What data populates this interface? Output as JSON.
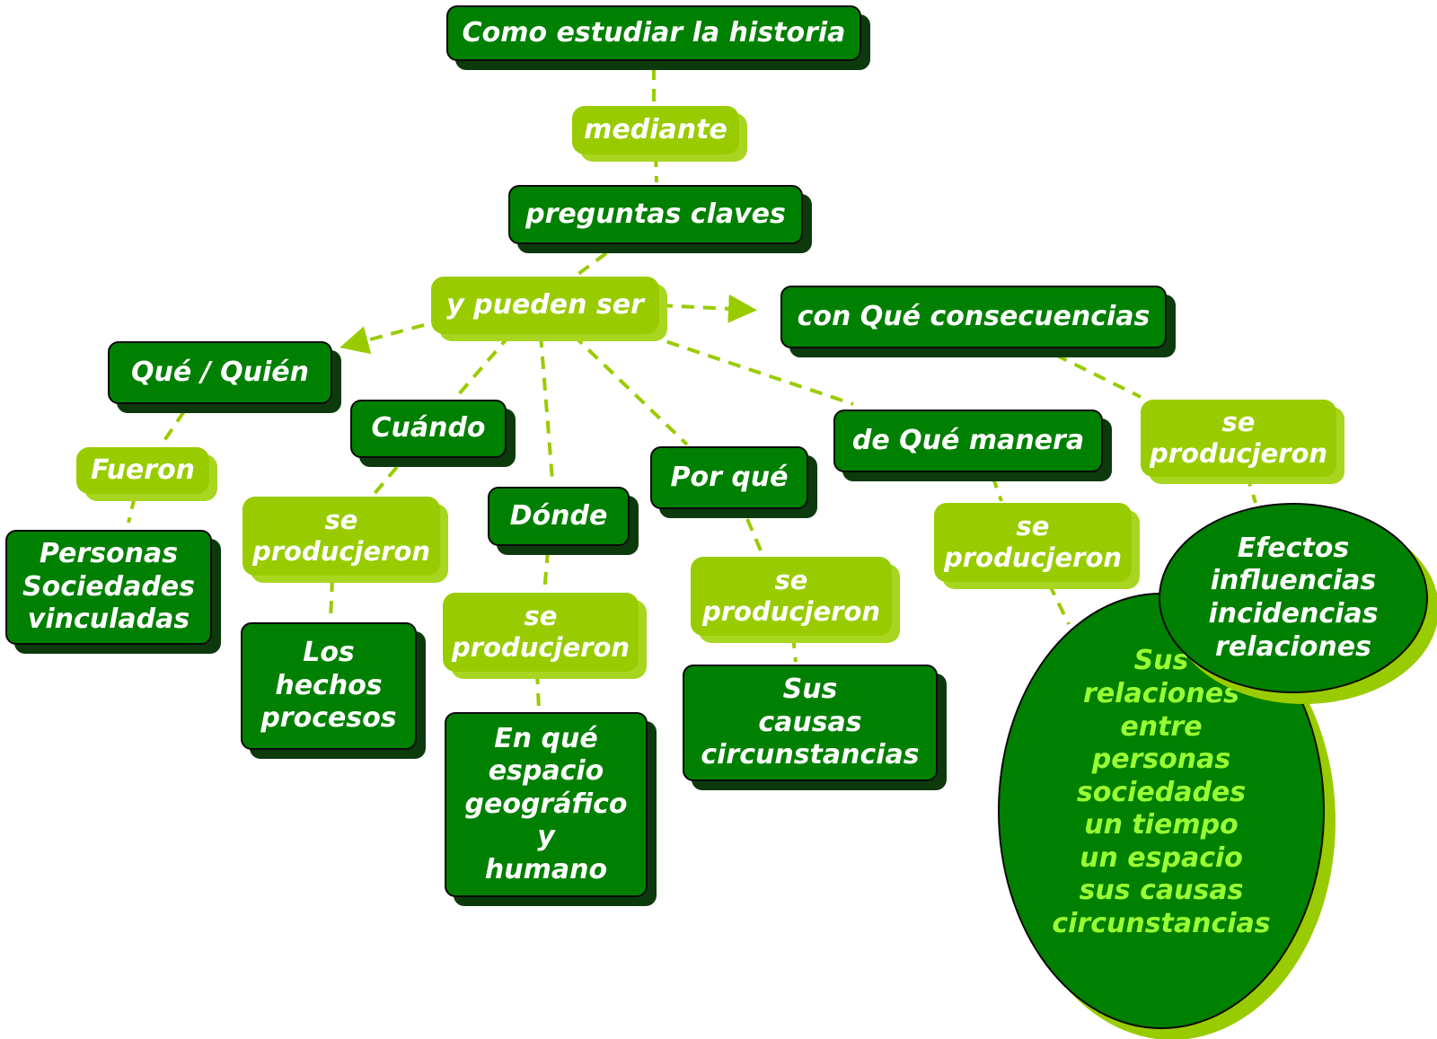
{
  "diagram": {
    "title": "Como estudiar la historia",
    "mediante": "mediante",
    "preguntas": "preguntas claves",
    "pueden": "y pueden ser",
    "consecuencias": "con Qué consecuencias",
    "que_quien": "Qué / Quién",
    "fueron": "Fueron",
    "personas": "Personas\nSociedades\nvinculadas",
    "cuando": "Cuándo",
    "se_produjeron_1": "se\nproducjeron",
    "hechos": "Los\nhechos\nprocesos",
    "donde": "Dónde",
    "se_produjeron_2": "se\nproducjeron",
    "espacio": "En qué\nespacio\ngeográfico\ny\nhumano",
    "por_que": "Por qué",
    "se_produjeron_3": "se\nproducjeron",
    "causas": "Sus\ncausas\ncircunstancias",
    "manera": "de Qué manera",
    "se_produjeron_4": "se\nproducjeron",
    "relaciones": "Sus\nrelaciones\nentre\npersonas\nsociedades\nun tiempo\nun espacio\nsus causas\ncircunstancias",
    "se_produjeron_5": "se\nproducjeron",
    "efectos": "Efectos\ninfluencias\nincidencias\nrelaciones"
  },
  "colors": {
    "dark_green": "#008000",
    "light_green": "#99cc00",
    "shadow": "#0d3a0d",
    "oval_text": "#99ff33"
  }
}
